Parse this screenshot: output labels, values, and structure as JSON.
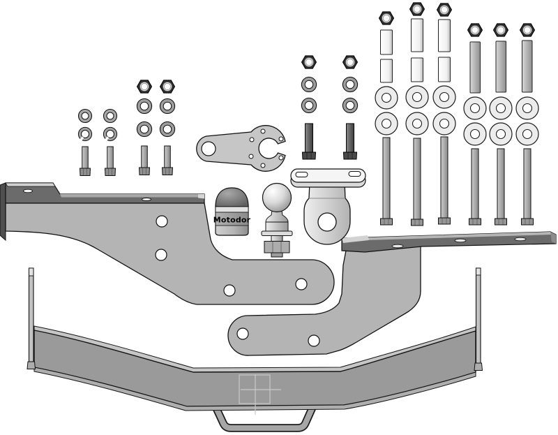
{
  "ball_cover": {
    "logo_text": "Motodor"
  },
  "colors": {
    "background": "#ffffff",
    "outline": "#1a1a1a",
    "side_plate": "#b4b4b4",
    "flange_dark": "#6b6b6b",
    "crossbar": "#9a9a9a",
    "crossbar_top_edge": "#c6c6c6",
    "hardware_gray": "#a0a0a0",
    "dark_bolt": "#4a4a4a",
    "white_spacer": "#f2f2f2",
    "cover_band": "#8f8f8f"
  },
  "parts": [
    {
      "name": "flat-washer-small",
      "qty": 2
    },
    {
      "name": "spring-washer",
      "qty": 2
    },
    {
      "name": "short-bolt",
      "qty": 4
    },
    {
      "name": "dark-short-bolt",
      "qty": 2
    },
    {
      "name": "hex-nut",
      "qty": 10
    },
    {
      "name": "washer-medium",
      "qty": 8
    },
    {
      "name": "washer-large",
      "qty": 12
    },
    {
      "name": "spacer-sleeve-white",
      "qty": 6
    },
    {
      "name": "spacer-sleeve-gray",
      "qty": 3
    },
    {
      "name": "long-bolt",
      "qty": 6
    },
    {
      "name": "socket-mounting-plate",
      "qty": 1
    },
    {
      "name": "towball-cover",
      "qty": 1
    },
    {
      "name": "towball",
      "qty": 1
    },
    {
      "name": "ball-mount-bracket",
      "qty": 1
    },
    {
      "name": "left-side-member",
      "qty": 1
    },
    {
      "name": "right-side-member",
      "qty": 1
    },
    {
      "name": "crossbeam",
      "qty": 1
    },
    {
      "name": "bumper-step-loop",
      "qty": 1
    }
  ]
}
